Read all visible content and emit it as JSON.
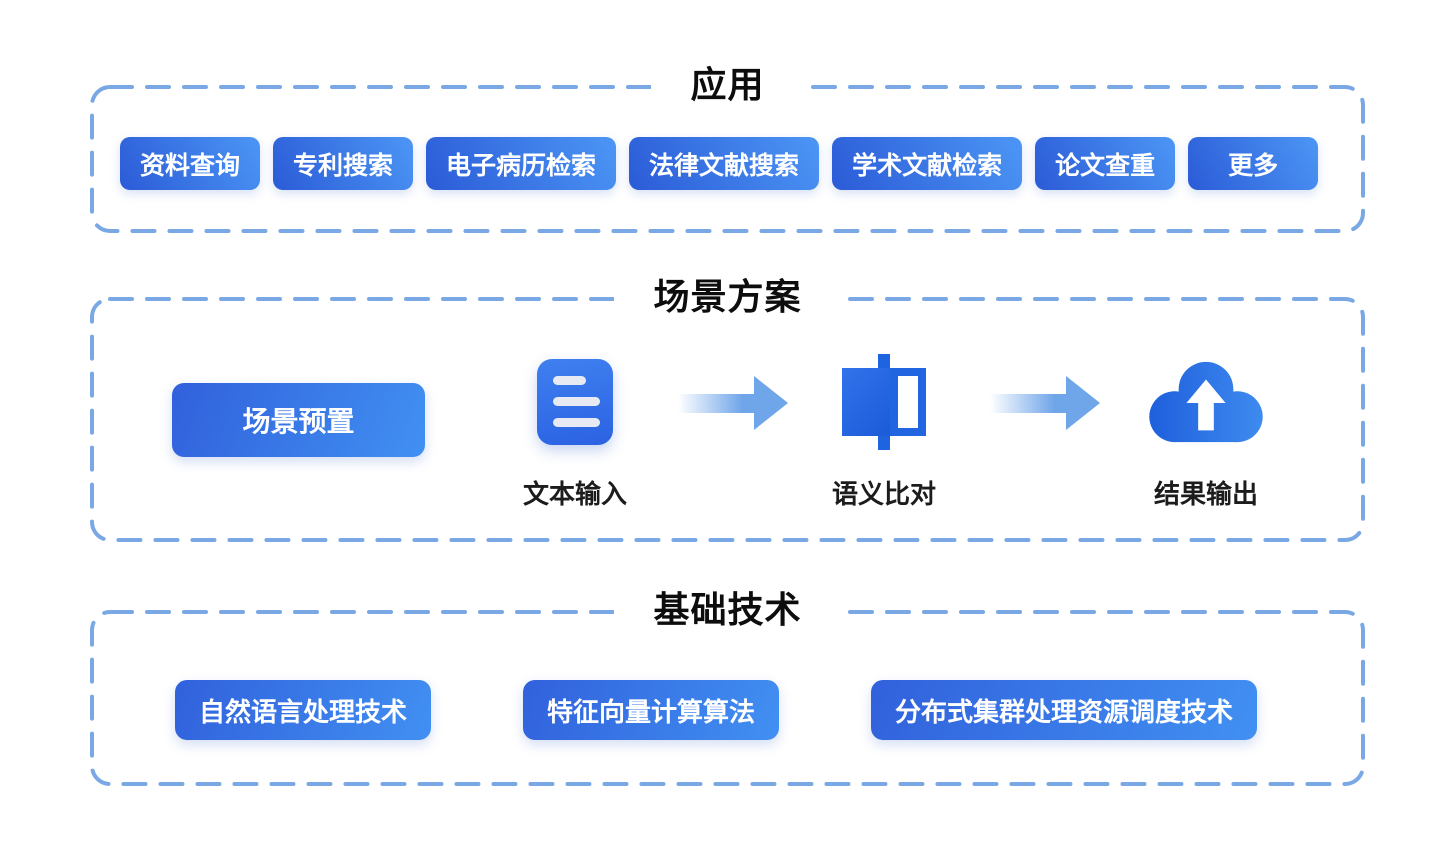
{
  "colors": {
    "dash_border": "#79A8E4",
    "button_gradient_start": "#2B5BD7",
    "button_gradient_end": "#4C96F5",
    "flow_arrow": "#6FA5E9",
    "icon_blue": "#2166E0",
    "title_text": "#0d0d0d",
    "button_text": "#ffffff"
  },
  "sections": {
    "applications": {
      "title": "应用",
      "buttons": [
        "资料查询",
        "专利搜索",
        "电子病历检索",
        "法律文献搜索",
        "学术文献检索",
        "论文查重",
        "更多"
      ]
    },
    "scenario": {
      "title": "场景方案",
      "preset_button": "场景预置",
      "steps": [
        {
          "icon": "document-icon",
          "label": "文本输入"
        },
        {
          "icon": "compare-icon",
          "label": "语义比对"
        },
        {
          "icon": "cloud-upload-icon",
          "label": "结果输出"
        }
      ]
    },
    "technology": {
      "title": "基础技术",
      "buttons": [
        "自然语言处理技术",
        "特征向量计算算法",
        "分布式集群处理资源调度技术"
      ]
    }
  }
}
